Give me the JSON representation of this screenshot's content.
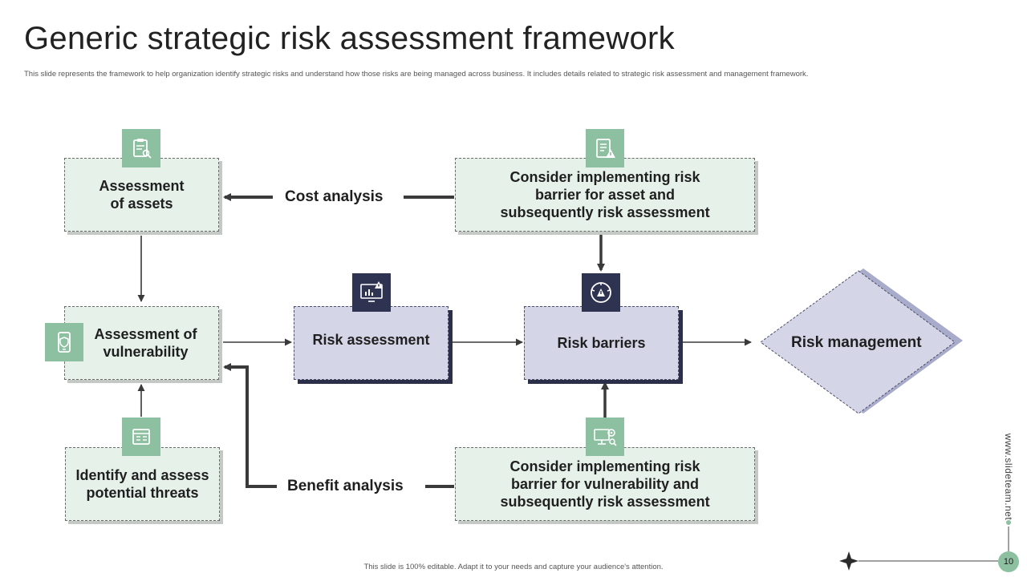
{
  "slide": {
    "title": "Generic strategic risk assessment framework",
    "subtitle": "This slide represents the framework to help organization identify strategic risks and understand how those risks are being managed  across business. It includes details related to strategic risk assessment and management  framework.",
    "footer": "This slide is 100% editable. Adapt it to your needs and capture your audience's attention.",
    "site": "www.slideteam.net",
    "page_number": "10"
  },
  "diagram": {
    "assessment_of_assets": "Assessment\nof assets",
    "assessment_of_vulnerability": "Assessment of\nvulnerability",
    "identify_threats": "Identify and assess\npotential threats",
    "risk_assessment": "Risk assessment",
    "risk_barriers": "Risk barriers",
    "risk_management": "Risk management",
    "cost_analysis": "Cost analysis",
    "benefit_analysis": "Benefit analysis",
    "barrier_asset": "Consider implementing risk\nbarrier for asset and\nsubsequently risk assessment",
    "barrier_vulnerability": "Consider implementing risk\nbarrier for vulnerability and\nsubsequently risk assessment"
  },
  "colors": {
    "green_fill": "#e6f1ea",
    "green_icon": "#8dbfa1",
    "purple_fill": "#d4d5e7",
    "navy": "#2f3352",
    "arrow": "#3a3a3a"
  },
  "icons": {
    "assets": "clipboard-search-icon",
    "barrier_asset": "checklist-warning-icon",
    "vulnerability": "mobile-shield-icon",
    "risk_assessment": "chart-warning-icon",
    "risk_barriers": "gauge-warning-icon",
    "threats": "document-list-icon",
    "barrier_vulnerability": "monitor-gear-icon"
  }
}
